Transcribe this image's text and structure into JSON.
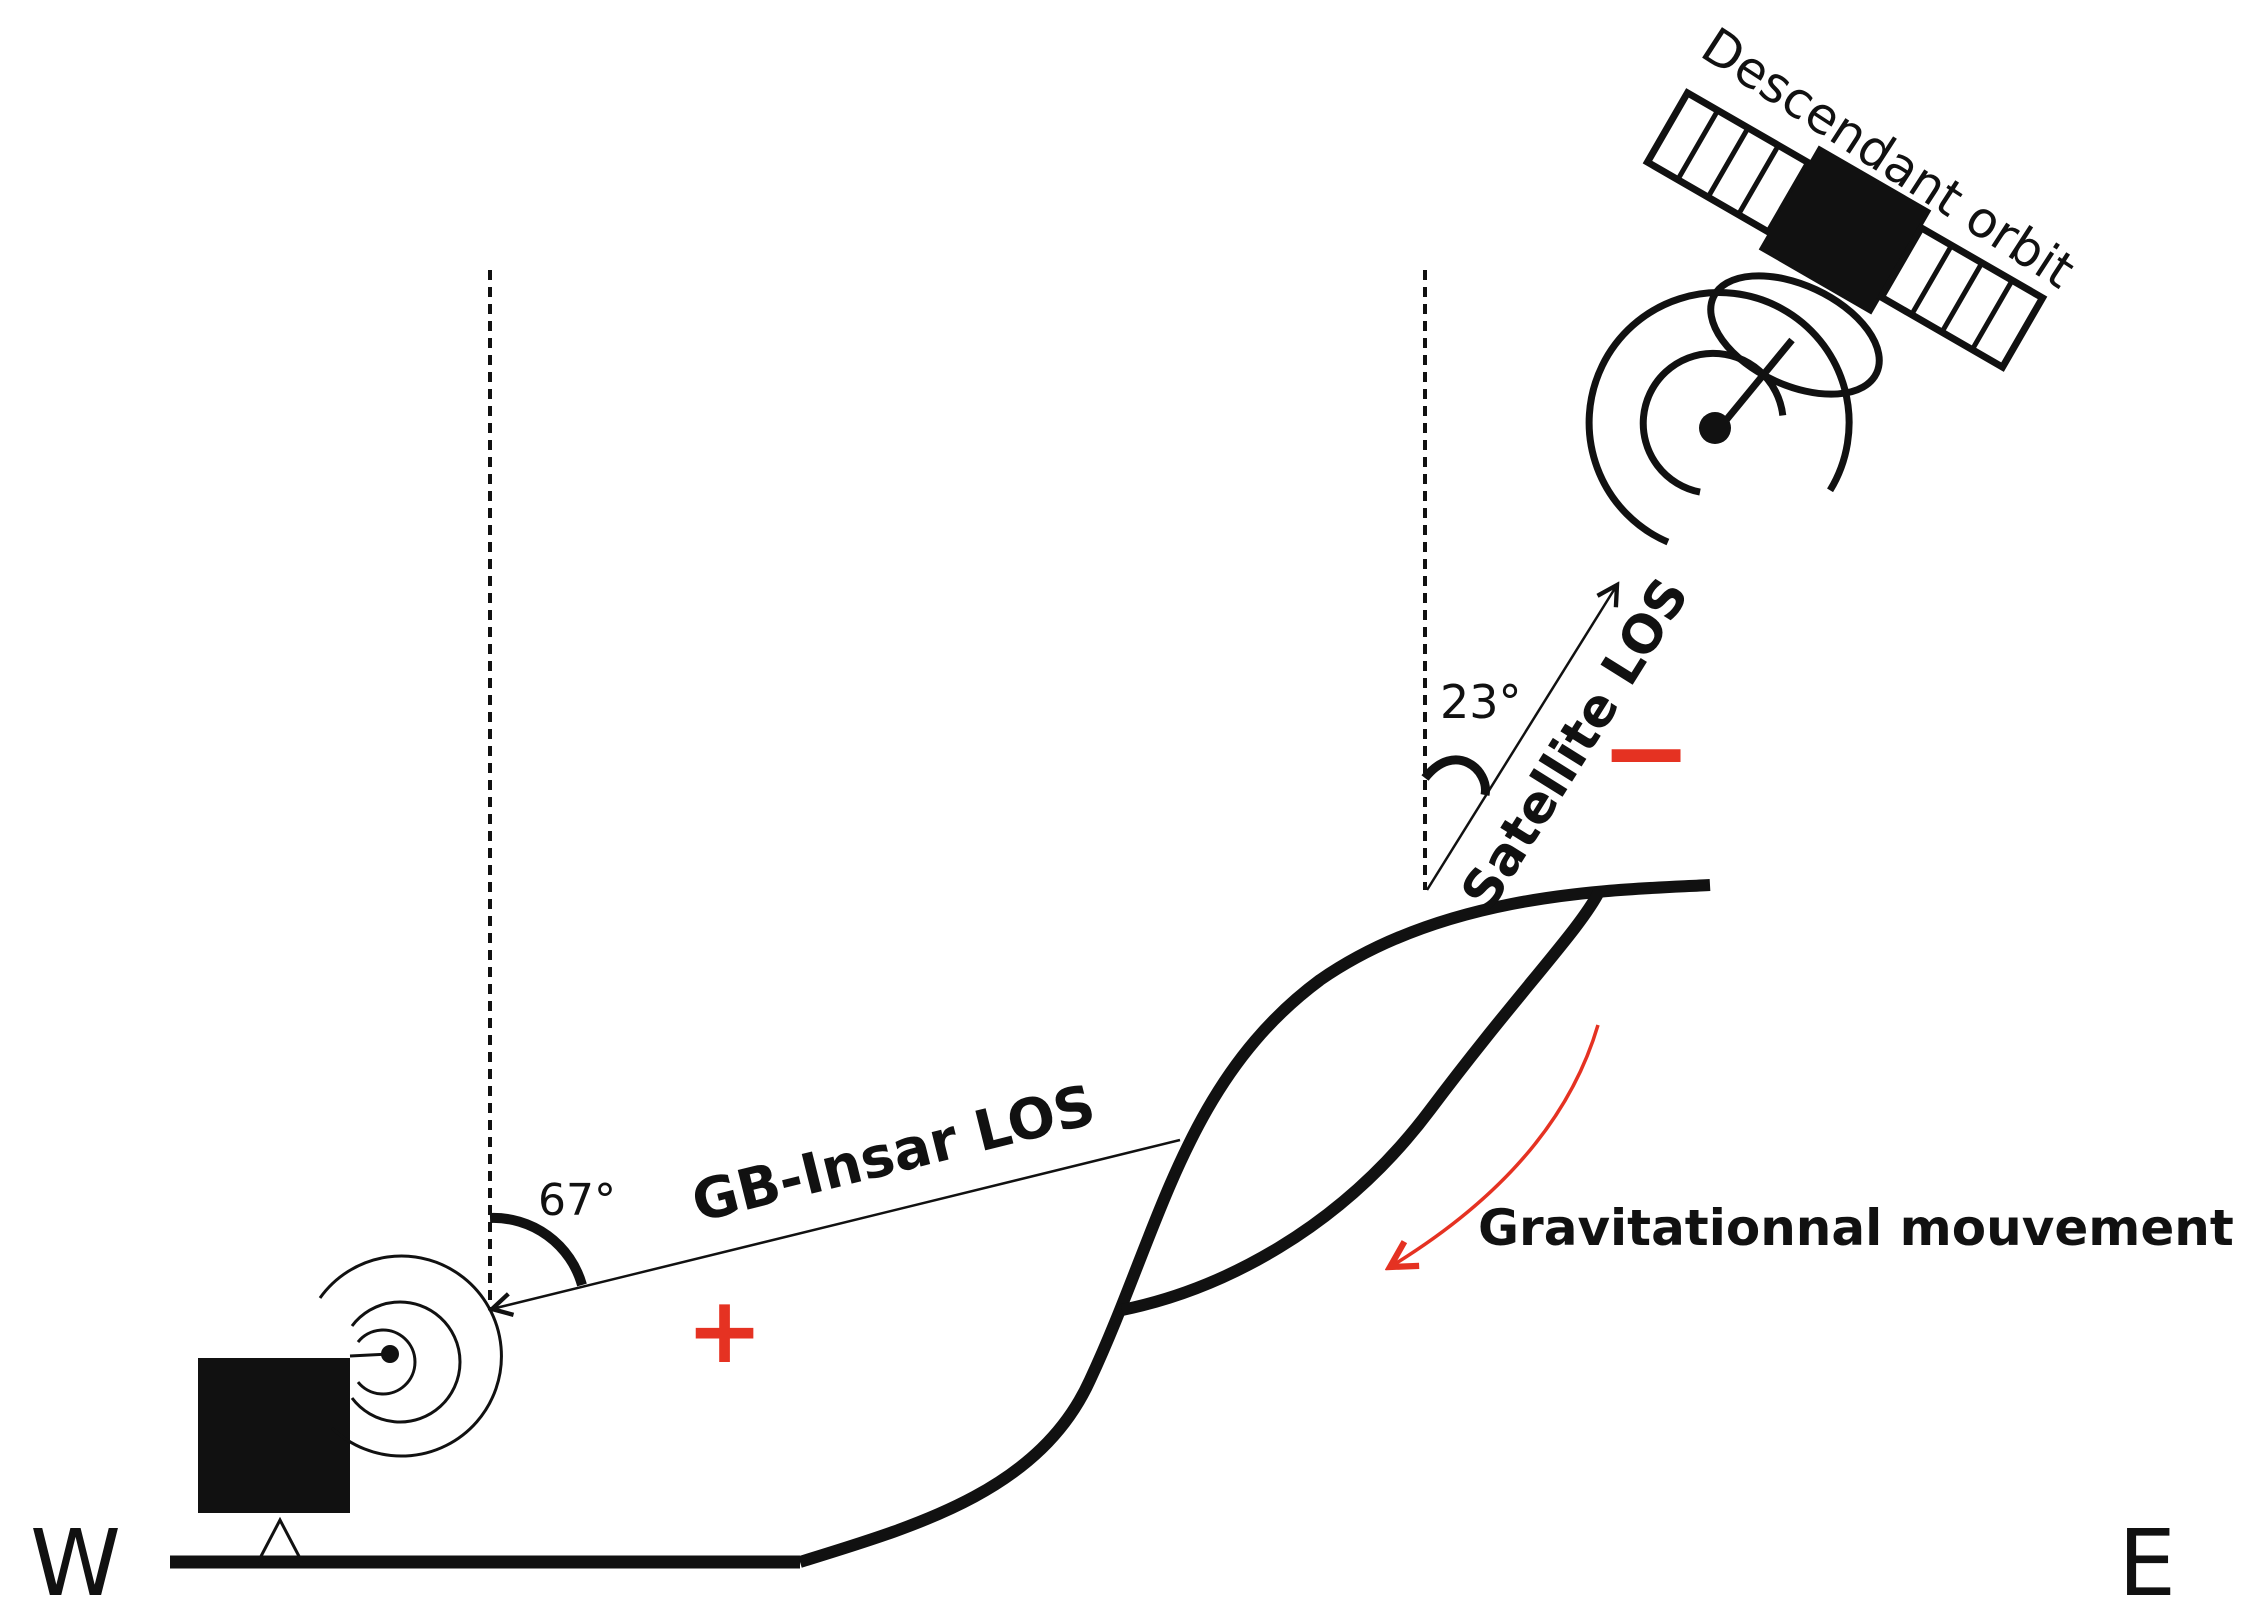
{
  "labels": {
    "west": "W",
    "east": "E",
    "gb_insar_los": "GB-Insar LOS",
    "satellite_los": "Satellite LOS",
    "gravitational_movement": "Gravitationnal mouvement",
    "descendant_orbit": "Descendant orbit",
    "angle_gb": "67°",
    "angle_sat": "23°",
    "plus_sign": "+",
    "minus_sign": "−"
  },
  "colors": {
    "line": "#111111",
    "accent": "#e53222"
  },
  "icons": {
    "ground_radar": "gb-insar-radar-icon",
    "satellite": "satellite-icon"
  }
}
